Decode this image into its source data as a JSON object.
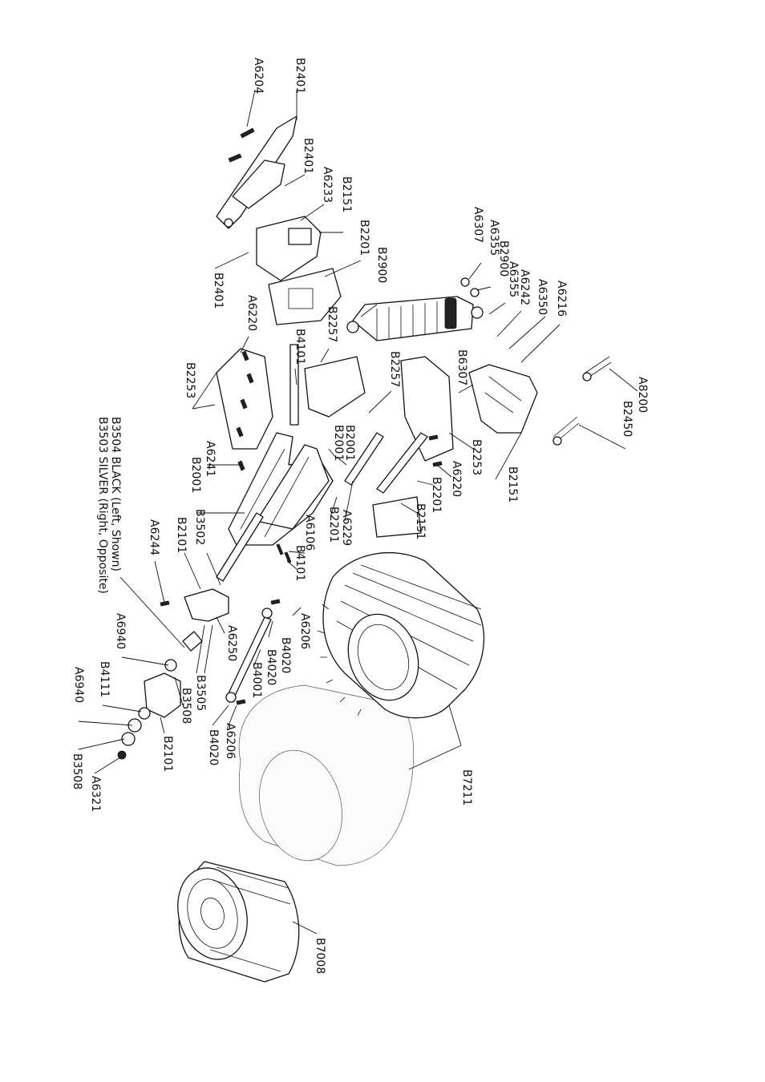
{
  "diagram": {
    "labels": {
      "A6204": "A6204",
      "B2401_top": "B2401",
      "B2401_mid": "B2401",
      "A6233": "A6233",
      "B2151_top": "B2151",
      "B2201_top": "B2201",
      "B2401_bot": "B2401",
      "B2900_top": "B2900",
      "A6307": "A6307",
      "A6355_a": "A6355",
      "B2900_b": "B2900",
      "A6355_b": "A6355",
      "A6242": "A6242",
      "A6350": "A6350",
      "A6216": "A6216",
      "A6220_top": "A6220",
      "B2257_top": "B2257",
      "B4101_top": "B4101",
      "B2253_left": "B2253",
      "B2257_mid": "B2257",
      "B6307": "B6307",
      "A8200": "A8200",
      "B2450": "B2450",
      "B2001_a": "B2001",
      "B2001_b": "B2001",
      "A6241": "A6241",
      "B2001_left": "B2001",
      "B2253_right": "B2253",
      "A6220_right": "A6220",
      "B2201_right": "B2201",
      "B2151_right": "B2151",
      "B2151_mid": "B2151",
      "A6229": "A6229",
      "B2201_mid": "B2201",
      "B3504": "B3504 BLACK (Left, Shown)",
      "B3503": "B3503 SILVER (Right, Opposite)",
      "A6244": "A6244",
      "B2101_top": "B2101",
      "B3502": "B3502",
      "A6106": "A6106",
      "B4101_bot": "B4101",
      "A6250": "A6250",
      "A6206_top": "A6206",
      "B4020_a": "B4020",
      "B4020_b": "B4020",
      "B4001": "B4001",
      "A6940_a": "A6940",
      "B3505": "B3505",
      "B4111": "B4111",
      "B3508_a": "B3508",
      "A6940_b": "A6940",
      "B2101_bot": "B2101",
      "B4020_c": "B4020",
      "A6206_bot": "A6206",
      "B3508_b": "B3508",
      "A6321": "A6321",
      "B7211": "B7211",
      "B7008": "B7008"
    }
  }
}
